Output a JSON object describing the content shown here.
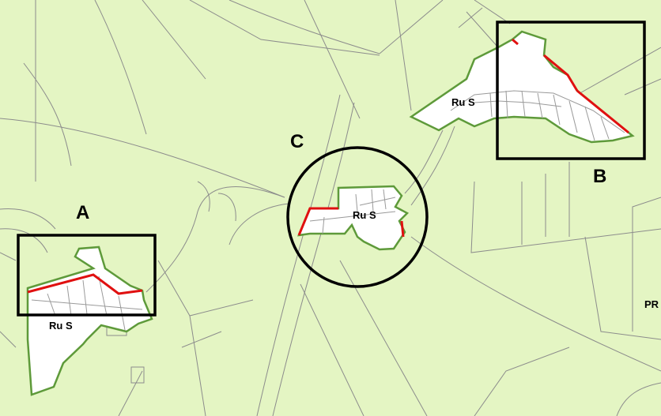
{
  "map": {
    "colors": {
      "background": "#e4f5c3",
      "parcel_line": "#8c8c8c",
      "settlement_fill": "#ffffff",
      "settlement_border": "#5e9a3a",
      "change_line": "#e01010",
      "marker_frame": "#000000"
    },
    "zone_labels": [
      {
        "id": "zone-a",
        "text": "Ru S"
      },
      {
        "id": "zone-c",
        "text": "Ru S"
      },
      {
        "id": "zone-b",
        "text": "Ru S"
      }
    ],
    "edge_label": "PR",
    "markers": [
      {
        "id": "a",
        "label": "A",
        "shape": "rectangle"
      },
      {
        "id": "b",
        "label": "B",
        "shape": "rectangle"
      },
      {
        "id": "c",
        "label": "C",
        "shape": "circle"
      }
    ]
  }
}
